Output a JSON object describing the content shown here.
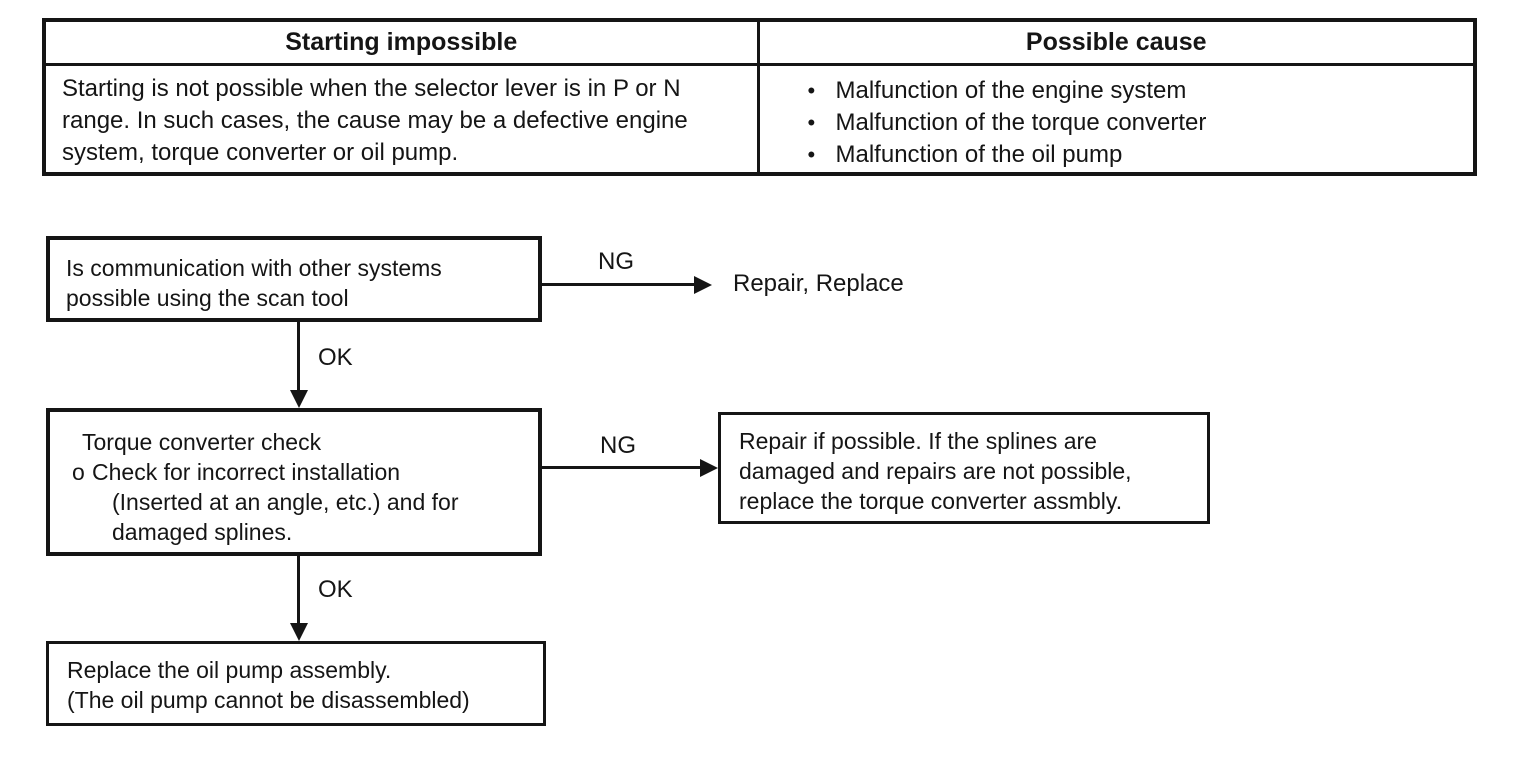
{
  "colors": {
    "ink": "#151515",
    "background": "#ffffff"
  },
  "table": {
    "left": {
      "header": "Starting impossible",
      "body": "Starting is not possible when the selector lever is in P or N range.  In such cases, the cause may be a defective engine system, torque converter or oil pump."
    },
    "right": {
      "header": "Possible cause",
      "bullet_char": "•",
      "bullets": [
        "Malfunction of the engine system",
        "Malfunction of the torque converter",
        "Malfunction of the oil pump"
      ]
    }
  },
  "flowchart": {
    "step1": {
      "text": "Is communication with other systems possible using the scan tool"
    },
    "edge_ng1": {
      "label": "NG",
      "result": "Repair, Replace"
    },
    "edge_ok1": {
      "label": "OK"
    },
    "step2": {
      "title": "Torque converter check",
      "item_marker": "o",
      "item": "Check for incorrect installation",
      "item_continuation": "(Inserted at an angle, etc.) and for damaged splines."
    },
    "edge_ng2": {
      "label": "NG"
    },
    "step3": {
      "text": "Repair if possible. If the splines are damaged and repairs are not possible, replace the torque converter assmbly."
    },
    "edge_ok2": {
      "label": "OK"
    },
    "step4": {
      "line1": "Replace the oil pump assembly.",
      "line2": "(The oil pump cannot be disassembled)"
    }
  }
}
